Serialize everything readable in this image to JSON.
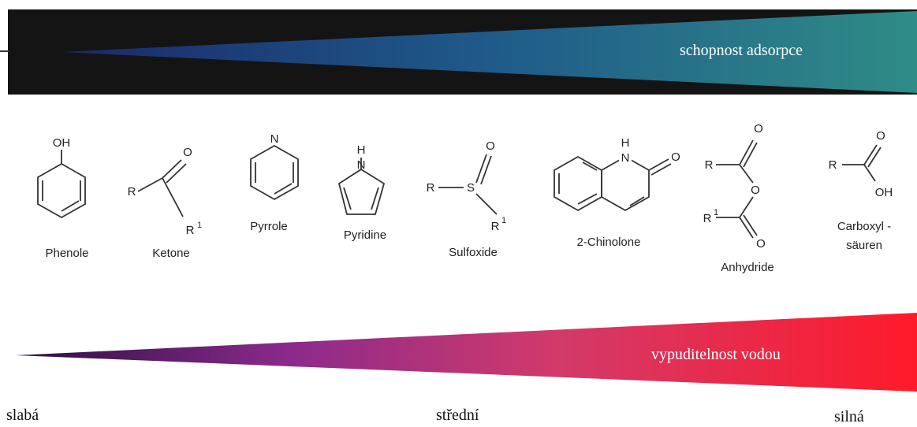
{
  "top_bar": {
    "label": "schopnost adsorpce",
    "colors": {
      "dark": "#141414",
      "wedge_start": "#1a2a6a",
      "wedge_end": "#2f8c86",
      "text": "#ffffff"
    }
  },
  "bottom_bar": {
    "label": "vypuditelnost vodou",
    "colors": {
      "start": "#2a1040",
      "mid": "#8a2a8c",
      "end": "#ff1a2a",
      "text": "#ffffff"
    }
  },
  "scale_labels": {
    "weak": "slabá",
    "middle": "střední",
    "strong": "silná"
  },
  "compounds": [
    {
      "id": "phenole",
      "name": "Phenole",
      "atom_labels": [
        "OH"
      ]
    },
    {
      "id": "ketone",
      "name": "Ketone",
      "atom_labels": [
        "O",
        "R",
        "R",
        "1"
      ]
    },
    {
      "id": "pyrrole",
      "name": "Pyrrole",
      "atom_labels": [
        "N"
      ]
    },
    {
      "id": "pyridine",
      "name": "Pyridine",
      "atom_labels": [
        "H",
        "N"
      ]
    },
    {
      "id": "sulfoxide",
      "name": "Sulfoxide",
      "atom_labels": [
        "O",
        "R",
        "S",
        "R",
        "1"
      ]
    },
    {
      "id": "chinolone",
      "name": "2-Chinolone",
      "atom_labels": [
        "H",
        "N",
        "O"
      ]
    },
    {
      "id": "anhydride",
      "name": "Anhydride",
      "atom_labels": [
        "O",
        "R",
        "O",
        "R",
        "1",
        "O"
      ]
    },
    {
      "id": "carboxyl",
      "name_line1": "Carboxyl -",
      "name_line2": "säuren",
      "atom_labels": [
        "O",
        "R",
        "OH"
      ]
    }
  ]
}
